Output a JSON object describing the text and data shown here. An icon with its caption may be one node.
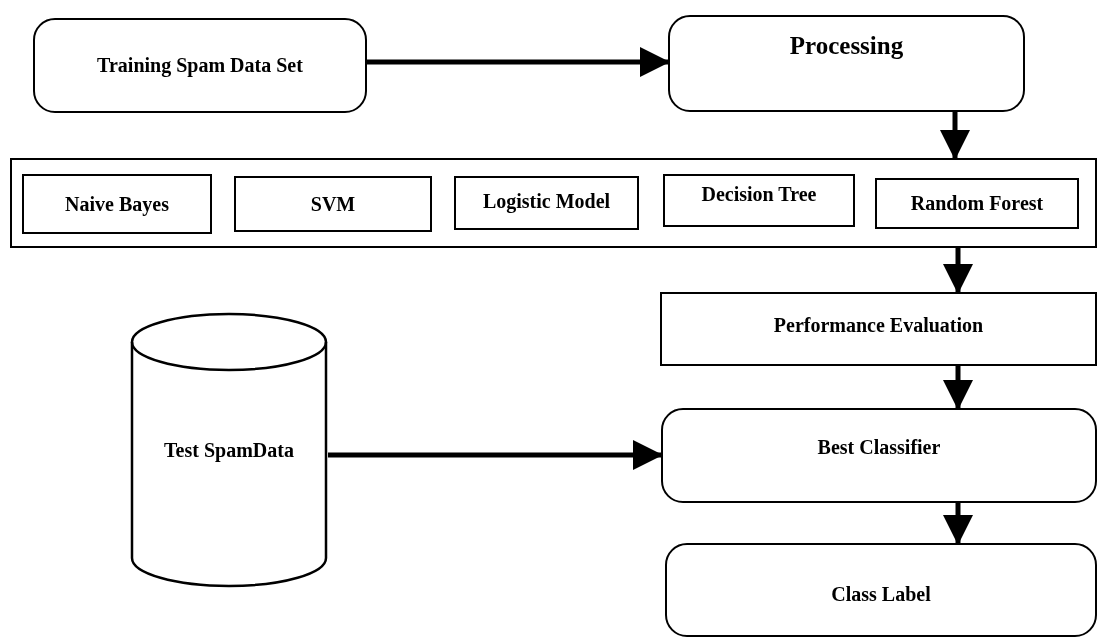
{
  "diagram": {
    "nodes": [
      {
        "text": [
          "Training Spam Data Set"
        ]
      },
      {
        "text": [
          "Processing"
        ]
      },
      {
        "text": [],
        "shape": "box"
      },
      {
        "text": [
          "Naive Bayes"
        ],
        "in": 2
      },
      {
        "text": [
          "SVM"
        ],
        "in": 2
      },
      {
        "text": [
          "Logistic Model"
        ],
        "in": 2
      },
      {
        "text": [
          "Decision Tree"
        ],
        "in": 2
      },
      {
        "text": [
          "Random Forest"
        ],
        "in": 2
      },
      {
        "text": [
          "Performance Evaluation"
        ]
      },
      {
        "text": [
          "Test SpamData"
        ]
      },
      {
        "text": [
          "Best Classifier"
        ]
      },
      {
        "text": [
          "Class Label"
        ]
      }
    ],
    "edges": [
      {
        "from": 0,
        "to": 1,
        "arrow": "to"
      },
      {
        "from": 1,
        "to": 2,
        "arrow": "to"
      },
      {
        "from": 2,
        "to": 8,
        "arrow": "to"
      },
      {
        "from": 8,
        "to": 10,
        "arrow": "to"
      },
      {
        "from": 9,
        "to": 10,
        "arrow": "to"
      },
      {
        "from": 10,
        "to": 11,
        "arrow": "to"
      }
    ]
  }
}
